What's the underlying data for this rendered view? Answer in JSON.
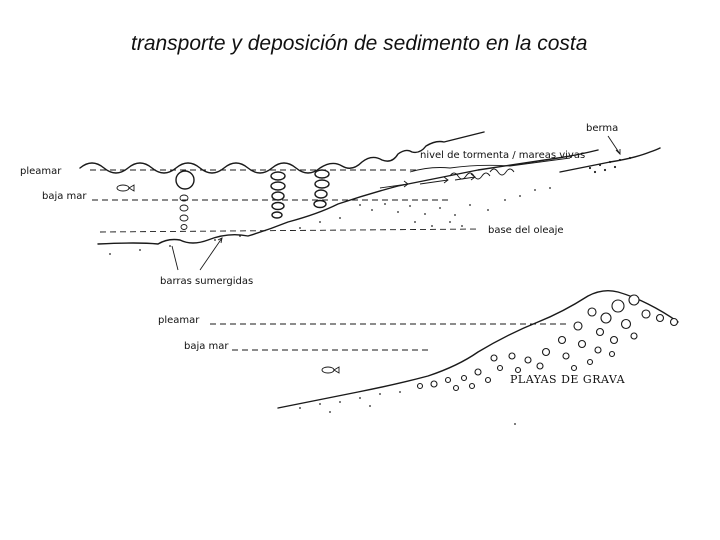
{
  "title": "transporte y deposición de sedimento en la costa",
  "top_diagram": {
    "labels": {
      "berma": "berma",
      "pleamar": "pleamar",
      "baja_mar": "baja mar",
      "nivel_tormenta": "nivel de tormenta / mareas vivas",
      "base_oleaje": "base del oleaje",
      "barras": "barras sumergidas"
    }
  },
  "bottom_diagram": {
    "labels": {
      "pleamar": "pleamar",
      "baja_mar": "baja mar",
      "playas": "PLAYAS DE GRAVA"
    }
  }
}
